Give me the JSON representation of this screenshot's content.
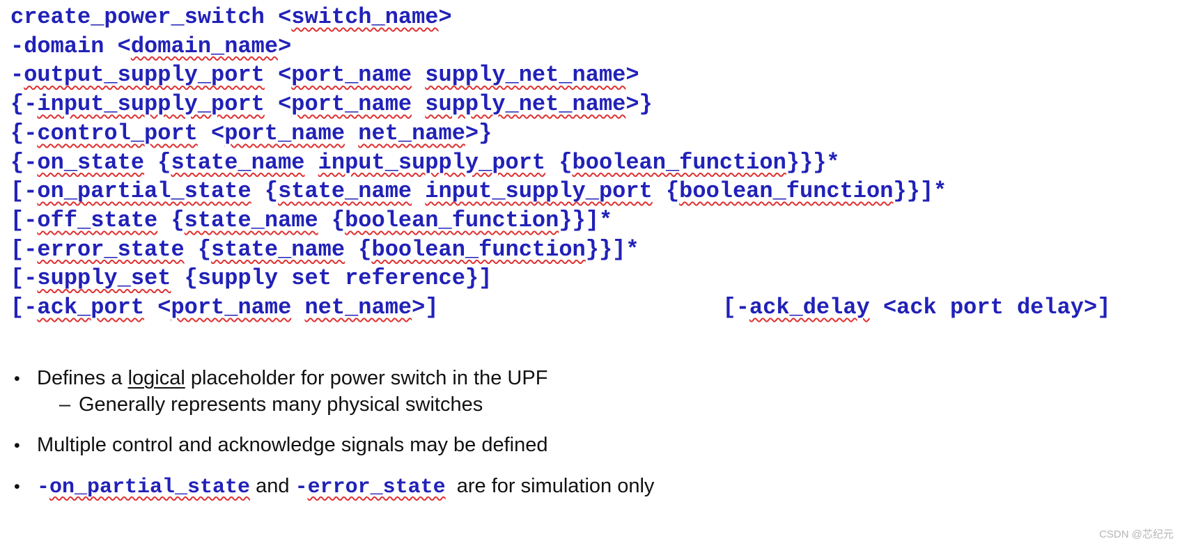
{
  "colors": {
    "code_blue": "#2121b8",
    "squiggle_red": "#e03131",
    "body_text": "#111111",
    "watermark_gray": "#b5b5b5"
  },
  "code": {
    "lines": [
      [
        {
          "t": "create_power_switch <"
        },
        {
          "t": "switch_name",
          "sq": true
        },
        {
          "t": ">"
        }
      ],
      [
        {
          "t": "-domain <"
        },
        {
          "t": "domain_name",
          "sq": true
        },
        {
          "t": ">"
        }
      ],
      [
        {
          "t": "-"
        },
        {
          "t": "output_supply_port",
          "sq": true
        },
        {
          "t": " <"
        },
        {
          "t": "port_name",
          "sq": true
        },
        {
          "t": " "
        },
        {
          "t": "supply_net_name",
          "sq": true
        },
        {
          "t": ">"
        }
      ],
      [
        {
          "t": "{-"
        },
        {
          "t": "input_supply_port",
          "sq": true
        },
        {
          "t": " <"
        },
        {
          "t": "port_name",
          "sq": true
        },
        {
          "t": " "
        },
        {
          "t": "supply_net_name",
          "sq": true
        },
        {
          "t": ">}"
        }
      ],
      [
        {
          "t": "{-"
        },
        {
          "t": "control_port",
          "sq": true
        },
        {
          "t": " <"
        },
        {
          "t": "port_name",
          "sq": true
        },
        {
          "t": " "
        },
        {
          "t": "net_name",
          "sq": true
        },
        {
          "t": ">}"
        }
      ],
      [
        {
          "t": "{-"
        },
        {
          "t": "on_state",
          "sq": true
        },
        {
          "t": " {"
        },
        {
          "t": "state_name",
          "sq": true
        },
        {
          "t": " "
        },
        {
          "t": "input_supply_port",
          "sq": true
        },
        {
          "t": " {"
        },
        {
          "t": "boolean_function",
          "sq": true
        },
        {
          "t": "}}}*"
        }
      ],
      [
        {
          "t": "[-"
        },
        {
          "t": "on_partial_state",
          "sq": true
        },
        {
          "t": " {"
        },
        {
          "t": "state_name",
          "sq": true
        },
        {
          "t": " "
        },
        {
          "t": "input_supply_port",
          "sq": true
        },
        {
          "t": " {"
        },
        {
          "t": "boolean_function",
          "sq": true
        },
        {
          "t": "}}]*"
        }
      ],
      [
        {
          "t": "[-"
        },
        {
          "t": "off_state",
          "sq": true
        },
        {
          "t": " {"
        },
        {
          "t": "state_name",
          "sq": true
        },
        {
          "t": " {"
        },
        {
          "t": "boolean_function",
          "sq": true
        },
        {
          "t": "}}]*"
        }
      ],
      [
        {
          "t": "[-"
        },
        {
          "t": "error_state",
          "sq": true
        },
        {
          "t": " {"
        },
        {
          "t": "state_name",
          "sq": true
        },
        {
          "t": " {"
        },
        {
          "t": "boolean_function",
          "sq": true
        },
        {
          "t": "}}]*"
        }
      ],
      [
        {
          "t": "[-"
        },
        {
          "t": "supply_set",
          "sq": true
        },
        {
          "t": " {supply set reference}]"
        }
      ],
      [
        {
          "t": "[-"
        },
        {
          "t": "ack_port",
          "sq": true
        },
        {
          "t": " <"
        },
        {
          "t": "port_name",
          "sq": true
        },
        {
          "t": " "
        },
        {
          "t": "net_name",
          "sq": true
        },
        {
          "t": ">]"
        },
        {
          "gap": true
        },
        {
          "t": "[-"
        },
        {
          "t": "ack_delay",
          "sq": true
        },
        {
          "t": " <ack port delay>]"
        }
      ]
    ]
  },
  "bullets": {
    "items": [
      {
        "level": 1,
        "marker": "•",
        "mt": false,
        "parts": [
          {
            "t": "Defines a "
          },
          {
            "t": "logical",
            "u": true
          },
          {
            "t": " placeholder for power switch in the UPF"
          }
        ]
      },
      {
        "level": 2,
        "marker": "–",
        "mt": false,
        "parts": [
          {
            "t": "Generally represents many physical switches"
          }
        ]
      },
      {
        "level": 1,
        "marker": "•",
        "mt": true,
        "parts": [
          {
            "t": "Multiple control and acknowledge signals may be defined"
          }
        ]
      },
      {
        "level": 1,
        "marker": "•",
        "mt": true,
        "parts": [
          {
            "t": "-",
            "code": true
          },
          {
            "t": "on_partial_state",
            "code": true,
            "sq": true
          },
          {
            "t": " and "
          },
          {
            "t": "-",
            "code": true
          },
          {
            "t": "error_state",
            "code": true,
            "sq": true
          },
          {
            "t": "  are for simulation only"
          }
        ]
      }
    ]
  },
  "watermark": {
    "text": "CSDN @芯纪元"
  }
}
